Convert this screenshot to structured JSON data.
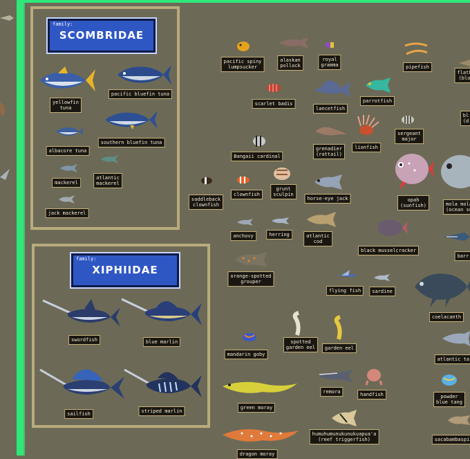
{
  "families": [
    {
      "id": "scombridae",
      "small": "family:",
      "name": "SCOMBRIDAE"
    },
    {
      "id": "xiphiidae",
      "small": "family:",
      "name": "XIPHIIDAE"
    }
  ],
  "labels": {
    "yellowfin_tuna": "yellowfin\ntuna",
    "pacific_bluefin_tuna": "pacific bluefin tuna",
    "albacore_tuna": "albacore tuna",
    "southern_bluefin_tuna": "southern bluefin tuna",
    "mackerel": "mackerel",
    "atlantic_mackerel": "atlantic\nmackerel",
    "jack_mackerel": "jack mackerel",
    "swordfish": "swordfish",
    "blue_marlin": "blue marlin",
    "sailfish": "sailfish",
    "striped_marlin": "striped marlin",
    "pacific_spiny_lumpsucker": "pacific spiny\nlumpsucker",
    "alaskan_pollock": "alaskan\npollock",
    "royal_gramma": "royal\ngramma",
    "pipefish": "pipefish",
    "flat": "flath\n(blo",
    "scarlet_badis": "scarlet badis",
    "lancetfish": "lancetfish",
    "parrotfish": "parrotfish",
    "bl": "bl\n(d",
    "sergeant_major": "sergeant\nmajor",
    "bangaii_cardinal": "Bangaii cardinal",
    "grenadier": "grenadier\n(rattail)",
    "lionfish": "lionfish",
    "saddleback_clownfish": "saddleback\nclownfish",
    "clownfish": "clownfish",
    "grunt_sculpin": "grunt\nsculpin",
    "horse_eye_jack": "horse-eye jack",
    "opah": "opah\n(sunfish)",
    "mola_mola": "mola mola\n(ocean su",
    "anchovy": "anchovy",
    "herring": "herring",
    "atlantic_cod": "atlantic\ncod",
    "black_musselcracker": "black musselcracker",
    "barr": "barr",
    "orange_spotted_grouper": "orange-spotted\ngrouper",
    "flying_fish": "flying fish",
    "sardine": "sardine",
    "coelacanth": "coelacanth",
    "spotted_garden_eel": "spotted\ngarden eel",
    "garden_eel": "garden eel",
    "mandarin_goby": "mandarin goby",
    "atlantic_tarp": "atlantic tarp",
    "remora": "remora",
    "handfish": "handfish",
    "powder_blue_tang": "powder\nblue tang",
    "green_moray": "green moray",
    "humuhumu": "humuhumunukunukuapua'a\n(reef triggerfish)",
    "scacabambaspis": "sacabambaspi",
    "dragon_moray": "dragon moray"
  },
  "colors": {
    "background": "#6c6a56",
    "frame_green": "#2ee87a",
    "panel_border": "#b9ab7c",
    "family_box": "#2f57c4",
    "label_bg": "#1a1712",
    "label_text": "#f4ead2"
  }
}
